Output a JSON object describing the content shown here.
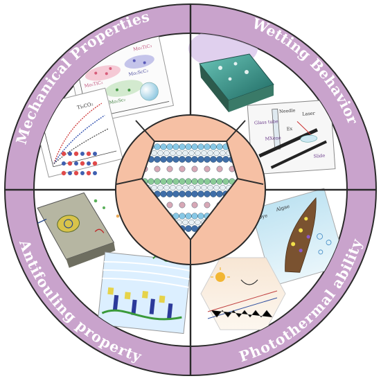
{
  "diagram": {
    "quadrants": [
      {
        "id": "mechanical",
        "label": "Mechanical Properties"
      },
      {
        "id": "wetting",
        "label": "Wetting Behavior"
      },
      {
        "id": "photothermal",
        "label": "Photothermal ability"
      },
      {
        "id": "antifouling",
        "label": "Antifouling property"
      }
    ],
    "colors": {
      "ring": "#c9a3cc",
      "ring_stroke": "#2a2a2a",
      "inner_ring": "#f6c0a4",
      "pentagon_stroke": "#2f2f2f",
      "label_text": "#ffffff"
    },
    "panel_labels": {
      "mech_legend": [
        "Mo₂TiC₂",
        "Mo₂TiC₃",
        "Mo₂ScC₂",
        "Mo₂Sc₂"
      ],
      "mech_axis": "Ti₂CO₂",
      "wetting_labels": [
        "Glass tube",
        "MXene",
        "Needle",
        "Ex",
        "Laser",
        "Slide"
      ],
      "photo_labels": [
        "Dye",
        "Algae"
      ]
    }
  }
}
